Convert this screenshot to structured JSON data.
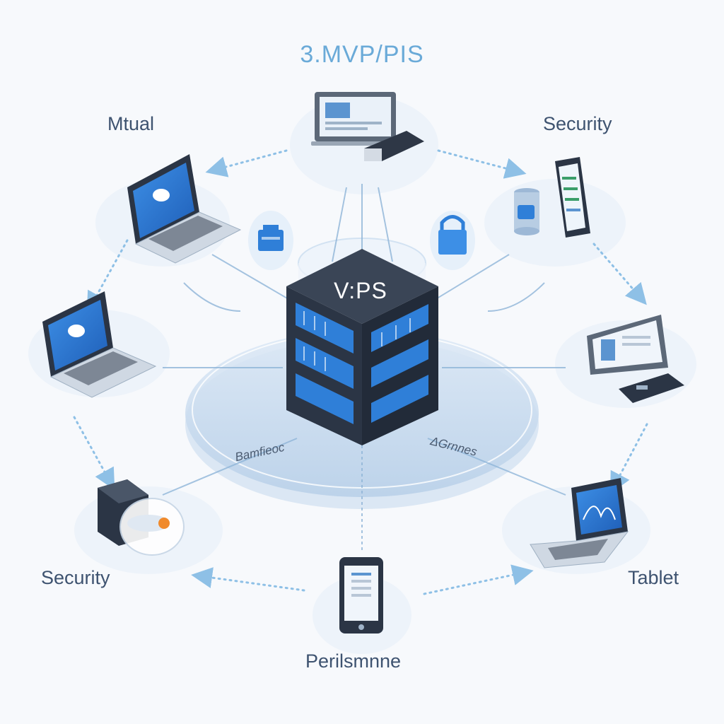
{
  "title": "3.MVP/PIS",
  "server": {
    "label": "V:PS"
  },
  "labels": {
    "top_left": "Mtual",
    "top_right": "Security",
    "bottom_left": "Security",
    "bottom_right": "Tablet",
    "bottom": "Perilsmnne",
    "ring_left": "Bamfieoc",
    "ring_right": "ΔGrnnes"
  },
  "icons": {
    "server": "server-rack-icon",
    "monitor": "laptop-monitor-icon",
    "phone": "smartphone-icon",
    "tablet": "tablet-icon",
    "lock": "padlock-icon",
    "storage": "storage-device-icon",
    "database": "database-icon"
  },
  "colors": {
    "accent": "#2f7fd8",
    "server_body": "#2b3545",
    "text_dark": "#3e5370",
    "title": "#6aaad8"
  }
}
